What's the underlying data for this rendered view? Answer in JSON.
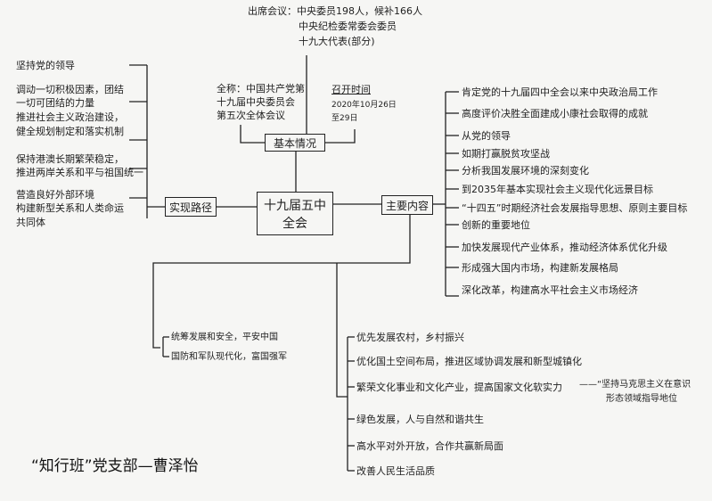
{
  "center": {
    "line1": "十九届五中",
    "line2": "全会"
  },
  "basic_info": {
    "label": "基本情况",
    "attendees": [
      "出席会议：中央委员198人，候补166人",
      "中央纪检委常委会委员",
      "十九大代表(部分)"
    ],
    "full_name": [
      "全称：中国共产党第",
      "十九届中央委员会",
      "第五次全体会议"
    ],
    "time_label": "召开时间",
    "time": [
      "2020年10月26日",
      "至29日"
    ]
  },
  "path": {
    "label": "实现路径",
    "items": [
      [
        "坚持党的领导"
      ],
      [
        "调动一切积极因素，团结",
        "一切可团结的力量"
      ],
      [
        "推进社会主义政治建设，",
        "健全规划制定和落实机制"
      ],
      [
        "保持港澳长期繁荣稳定，",
        "推进两岸关系和平与祖国统一"
      ],
      [
        "营造良好外部环境",
        "构建新型关系和人类命运",
        "共同体"
      ]
    ]
  },
  "content": {
    "label": "主要内容",
    "items": [
      "肯定党的十九届四中全会以来中央政治局工作",
      "高度评价决胜全面建成小康社会取得的成就",
      "从党的领导",
      "如期打赢脱贫攻坚战",
      "分析我国发展环境的深刻变化",
      "到2035年基本实现社会主义现代化远景目标",
      "“十四五”时期经济社会发展指导思想、原则主要目标",
      "创新的重要地位",
      "加快发展现代产业体系，推动经济体系优化升级",
      "形成强大国内市场，构建新发展格局",
      "深化改革，构建高水平社会主义市场经济"
    ],
    "lower_left": [
      "统筹发展和安全，平安中国",
      "国防和军队现代化，富国强军"
    ],
    "lower_right": [
      "优先发展农村，乡村振兴",
      "优化国土空间布局，推进区域协调发展和新型城镇化",
      "繁荣文化事业和文化产业，提高国家文化软实力",
      "绿色发展，人与自然和谐共生",
      "高水平对外开放，合作共赢新局面",
      "改善人民生活品质"
    ],
    "culture_note": [
      "——“坚持马克思主义在意识",
      "形态领域指导地位"
    ]
  },
  "signature": "“知行班”党支部—曹泽怡"
}
